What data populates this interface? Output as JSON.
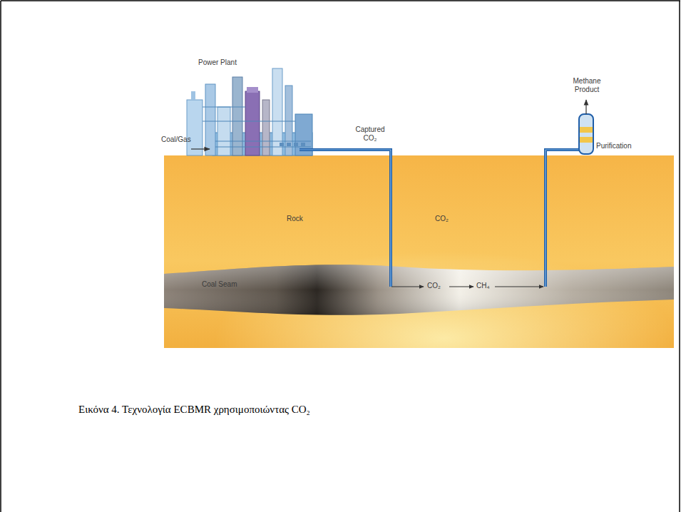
{
  "diagram": {
    "caption": "Εικόνα 4. Τεχνολογία ECBMR χρησιμοποιώντας CO₂",
    "labels": [
      "Power Plant",
      "Coal/Gas",
      "Captured CO₂",
      "Methane Product",
      "Purification",
      "Rock",
      "CO₂",
      "Coal Seam",
      "CO₂",
      "CH₄"
    ]
  }
}
